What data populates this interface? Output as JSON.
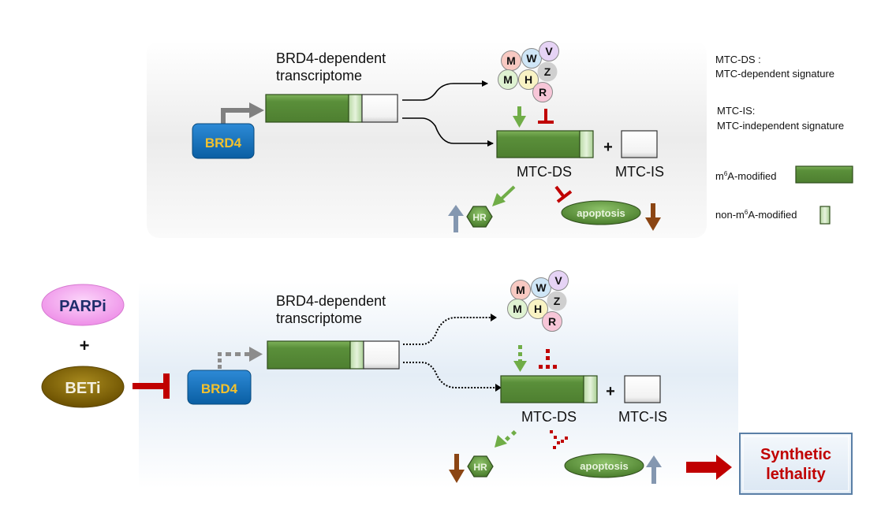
{
  "top_panel": {
    "transcriptome_label_line1": "BRD4-dependent",
    "transcriptome_label_line2": "transcriptome",
    "brd4_label": "BRD4",
    "complex_subunits": [
      "M",
      "W",
      "V",
      "M",
      "H",
      "Z",
      "R"
    ],
    "mtc_ds_label": "MTC-DS",
    "mtc_is_label": "MTC-IS",
    "plus_sign": "+",
    "hr_label": "HR",
    "apoptosis_label": "apoptosis",
    "hr_direction": "up",
    "apoptosis_direction": "down"
  },
  "bottom_panel": {
    "parpi_label": "PARPi",
    "beti_label": "BETi",
    "plus_sign": "+",
    "transcriptome_label_line1": "BRD4-dependent",
    "transcriptome_label_line2": "transcriptome",
    "brd4_label": "BRD4",
    "complex_subunits": [
      "M",
      "W",
      "V",
      "M",
      "H",
      "Z",
      "R"
    ],
    "mtc_ds_label": "MTC-DS",
    "mtc_is_label": "MTC-IS",
    "mtc_plus_sign": "+",
    "hr_label": "HR",
    "apoptosis_label": "apoptosis",
    "hr_direction": "down",
    "apoptosis_direction": "up",
    "outcome_line1": "Synthetic",
    "outcome_line2": "lethality"
  },
  "legend": {
    "mtc_ds_line1": "MTC-DS :",
    "mtc_ds_line2": "MTC-dependent signature",
    "mtc_is_line1": "MTC-IS:",
    "mtc_is_line2": "MTC-independent signature",
    "m6a_modified_prefix": "m",
    "m6a_modified_sup": "6",
    "m6a_modified_suffix": "A-modified",
    "non_m6a_prefix": "non-m",
    "non_m6a_sup": "6",
    "non_m6a_suffix": "A-modified"
  },
  "colors": {
    "green_dark": "#548235",
    "green_light": "#c5e0b4",
    "brd4_blue": "#0b6bb5",
    "brd4_text": "#f2c12e",
    "inhibit_red": "#c00000",
    "arrow_green": "#70ad47",
    "arrow_blue_gray": "#8497b0",
    "arrow_brown": "#8b4513",
    "beti_gold": "#7f6000",
    "parpi_pink": "#f4a6f0",
    "parpi_text": "#1f2d6b"
  }
}
